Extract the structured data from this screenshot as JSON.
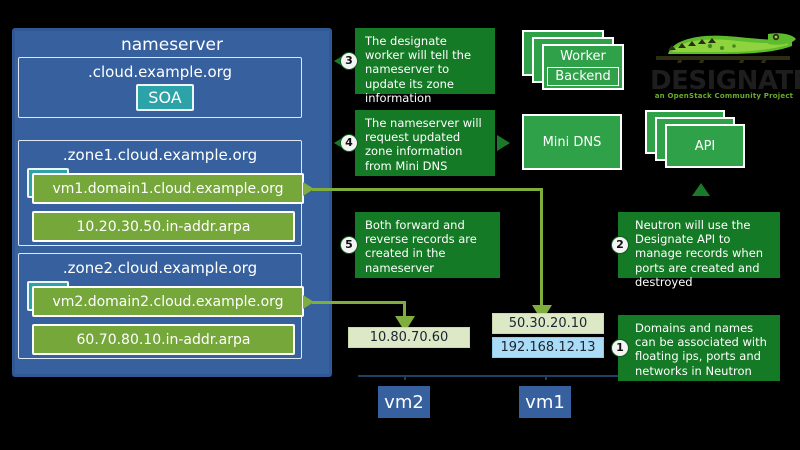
{
  "nameserver": {
    "title": "nameserver",
    "root_zone": {
      "name": ".cloud.example.org",
      "soa_label": "SOA"
    },
    "zones": [
      {
        "name": ".zone1.cloud.example.org",
        "forward_record": "vm1.domain1.cloud.example.org",
        "reverse_record": "10.20.30.50.in-addr.arpa"
      },
      {
        "name": ".zone2.cloud.example.org",
        "forward_record": "vm2.domain2.cloud.example.org",
        "reverse_record": "60.70.80.10.in-addr.arpa"
      }
    ]
  },
  "services": {
    "worker_label": "Worker",
    "backend_label": "Backend",
    "minidns_label": "Mini DNS",
    "api_label": "API"
  },
  "logo": {
    "title": "DESIGNATE",
    "subtitle": "an OpenStack Community Project"
  },
  "callouts": [
    {
      "number": "1",
      "text": "Domains and names can be associated with floating ips, ports and networks in Neutron"
    },
    {
      "number": "2",
      "text": "Neutron will use the Designate API to manage records when ports are created and destroyed"
    },
    {
      "number": "3",
      "text": "The designate worker will tell the nameserver to update its zone information"
    },
    {
      "number": "4",
      "text": "The nameserver will request updated zone information from Mini DNS"
    },
    {
      "number": "5",
      "text": "Both forward and reverse records are created in the nameserver"
    }
  ],
  "instances": [
    {
      "name": "vm2",
      "fixed_ip": "10.80.70.60",
      "floating_ip": ""
    },
    {
      "name": "vm1",
      "fixed_ip": "50.30.20.10",
      "floating_ip": "192.168.12.13"
    }
  ],
  "colors": {
    "panel_blue": "#36619e",
    "record_green": "#76a73b",
    "callout_green": "#157a25",
    "service_green": "#2fa148",
    "soa_teal": "#2ba3a8",
    "connector_green": "#7fae3f",
    "fixed_ip_bg": "#dde9c6",
    "floating_ip_bg": "#aadcf7",
    "background": "#000000"
  }
}
